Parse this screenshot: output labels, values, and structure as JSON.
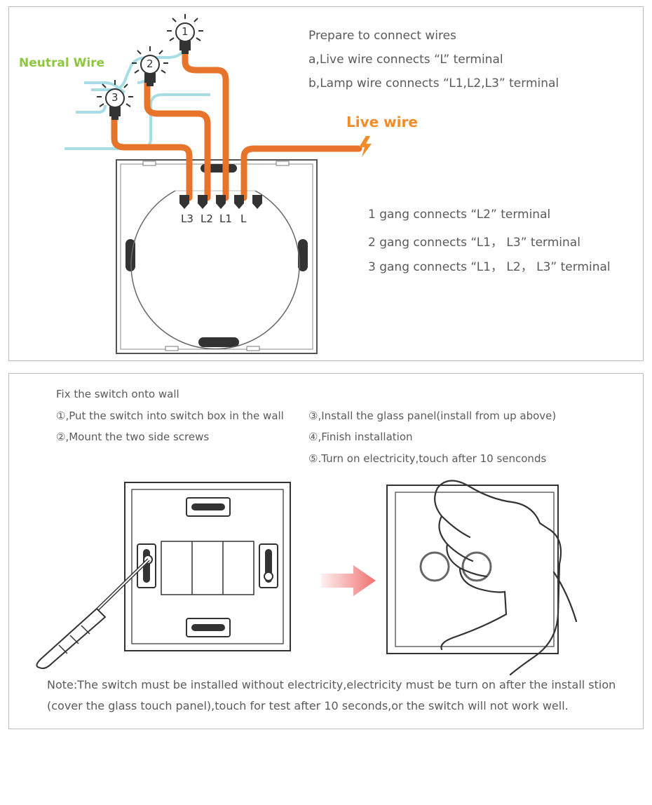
{
  "wiring": {
    "neutral_label": "Neutral Wire",
    "live_label": "Live wire",
    "bulbs": [
      "1",
      "2",
      "3"
    ],
    "terminals": [
      "L3",
      "L2",
      "L1",
      "L"
    ],
    "instructions": [
      "Prepare to connect wires",
      "a,Live wire connects “L” terminal",
      "b,Lamp wire connects “L1,L2,L3” terminal"
    ],
    "gang_notes": [
      "1 gang connects “L2” terminal",
      "2 gang connects “L1， L3” terminal",
      "3 gang connects “L1， L2， L3” terminal"
    ]
  },
  "install": {
    "title": "Fix the switch onto wall",
    "steps_left": [
      "①,Put the switch into switch box in the wall",
      "②,Mount the two side screws"
    ],
    "steps_right": [
      "③,Install the glass panel(install from up above)",
      "④,Finish installation",
      "⑤.Turn on electricity,touch after 10 senconds"
    ],
    "note_lines": [
      "Note:The switch must be installed without electricity,electricity must be turn on after the install stion",
      "(cover the glass touch panel),touch for test after 10 seconds,or the switch will not work well."
    ]
  },
  "colors": {
    "wire_orange": "#e8742c",
    "neutral_blue": "#a8dde6",
    "arrow_red": "#f07070",
    "neutral_label": "#8dc63f",
    "live_label": "#f28c28"
  }
}
